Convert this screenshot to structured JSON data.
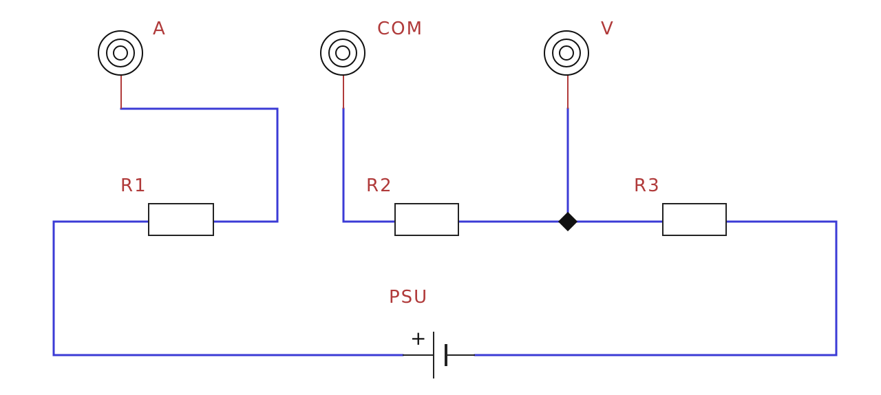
{
  "terminals": {
    "a": {
      "label": "A"
    },
    "com": {
      "label": "COM"
    },
    "v": {
      "label": "V"
    }
  },
  "components": {
    "r1": {
      "label": "R1"
    },
    "r2": {
      "label": "R2"
    },
    "r3": {
      "label": "R3"
    },
    "psu": {
      "label": "PSU",
      "polarity": "+"
    }
  },
  "colors": {
    "wire": "#3b3bd6",
    "label": "#b03a3a",
    "lead": "#b03a3a",
    "symbol": "#222222"
  }
}
